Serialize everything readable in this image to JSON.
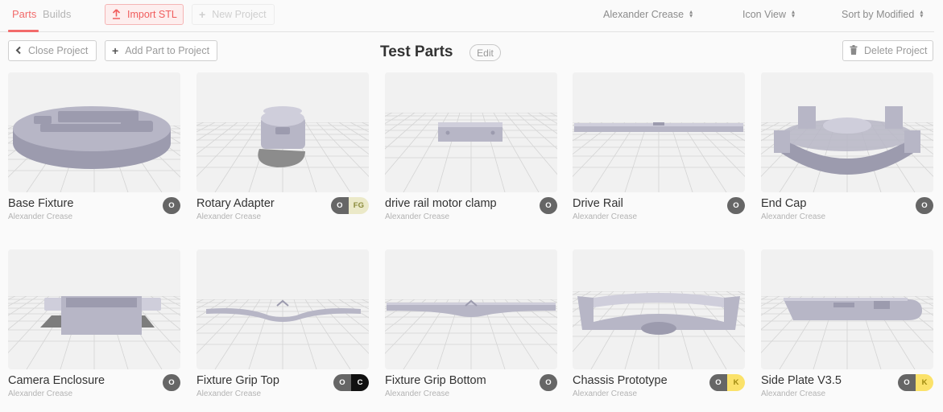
{
  "nav": {
    "tabs": [
      {
        "label": "Parts",
        "active": true
      },
      {
        "label": "Builds",
        "active": false
      }
    ],
    "import_button": {
      "label": "Import STL",
      "icon": "upload-icon"
    },
    "new_project_button": {
      "label": "New Project",
      "icon": "plus-icon",
      "disabled": true
    },
    "user_select": {
      "value": "Alexander Crease",
      "icon": "sort-arrows-icon"
    },
    "view_select": {
      "value": "Icon View",
      "icon": "sort-arrows-icon"
    },
    "sort_select": {
      "value": "Sort by Modified",
      "icon": "sort-arrows-icon"
    }
  },
  "project_bar": {
    "close_button": {
      "label": "Close Project",
      "icon": "chevron-left-icon"
    },
    "add_part_button": {
      "label": "Add Part to Project",
      "icon": "plus-icon"
    },
    "title": "Test Parts",
    "edit_label": "Edit",
    "delete_button": {
      "label": "Delete Project",
      "icon": "trash-icon"
    }
  },
  "colors": {
    "accent": "#f26b6b",
    "badge_dark": "#666666",
    "badge_fg_bg": "#ebe9c8",
    "badge_fg_text": "#8a8a3a",
    "badge_black": "#111111",
    "badge_yellow": "#fbe26a",
    "badge_yellow_text": "#a08a10"
  },
  "parts": [
    {
      "name": "Base Fixture",
      "author": "Alexander Crease",
      "badges": [
        {
          "label": "O",
          "bg": "#666666",
          "fg": "#ffffff"
        }
      ],
      "shape": "disc"
    },
    {
      "name": "Rotary Adapter",
      "author": "Alexander Crease",
      "badges": [
        {
          "label": "O",
          "bg": "#666666",
          "fg": "#ffffff"
        },
        {
          "label": "FG",
          "bg": "#ebe9c8",
          "fg": "#8a8a3a"
        }
      ],
      "shape": "adapter"
    },
    {
      "name": "drive rail motor clamp",
      "author": "Alexander Crease",
      "badges": [
        {
          "label": "O",
          "bg": "#666666",
          "fg": "#ffffff"
        }
      ],
      "shape": "clamp"
    },
    {
      "name": "Drive Rail",
      "author": "Alexander Crease",
      "badges": [
        {
          "label": "O",
          "bg": "#666666",
          "fg": "#ffffff"
        }
      ],
      "shape": "rail"
    },
    {
      "name": "End Cap",
      "author": "Alexander Crease",
      "badges": [
        {
          "label": "O",
          "bg": "#666666",
          "fg": "#ffffff"
        }
      ],
      "shape": "endcap"
    },
    {
      "name": "Camera Enclosure",
      "author": "Alexander Crease",
      "badges": [
        {
          "label": "O",
          "bg": "#666666",
          "fg": "#ffffff"
        }
      ],
      "shape": "box"
    },
    {
      "name": "Fixture Grip Top",
      "author": "Alexander Crease",
      "badges": [
        {
          "label": "O",
          "bg": "#666666",
          "fg": "#ffffff"
        },
        {
          "label": "C",
          "bg": "#111111",
          "fg": "#ffffff"
        }
      ],
      "shape": "grip"
    },
    {
      "name": "Fixture Grip Bottom",
      "author": "Alexander Crease",
      "badges": [
        {
          "label": "O",
          "bg": "#666666",
          "fg": "#ffffff"
        }
      ],
      "shape": "grip2"
    },
    {
      "name": "Chassis Prototype",
      "author": "Alexander Crease",
      "badges": [
        {
          "label": "O",
          "bg": "#666666",
          "fg": "#ffffff"
        },
        {
          "label": "K",
          "bg": "#fbe26a",
          "fg": "#a08a10"
        }
      ],
      "shape": "chassis"
    },
    {
      "name": "Side Plate V3.5",
      "author": "Alexander Crease",
      "badges": [
        {
          "label": "O",
          "bg": "#666666",
          "fg": "#ffffff"
        },
        {
          "label": "K",
          "bg": "#fbe26a",
          "fg": "#a08a10"
        }
      ],
      "shape": "plate"
    }
  ]
}
